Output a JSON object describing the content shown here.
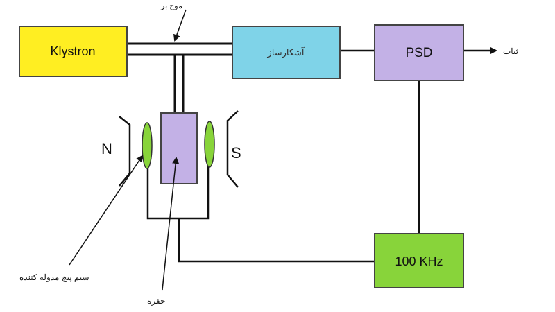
{
  "blocks": {
    "klystron": {
      "label": "Klystron",
      "fill": "#ffee22"
    },
    "detector": {
      "label": "آشکارساز",
      "fill": "#7fd3e8"
    },
    "psd": {
      "label": "PSD",
      "fill": "#c3b1e6"
    },
    "cavity": {
      "label": "",
      "fill": "#c3b1e6"
    },
    "oscillator": {
      "label": "100 KHz",
      "fill": "#88d43a"
    }
  },
  "magnet": {
    "north_label": "N",
    "south_label": "S",
    "coil_fill": "#88d43a"
  },
  "labels": {
    "waveguide": "موج بر",
    "output": "ثبات",
    "modulation_coil": "سیم پیچ مدوله کننده",
    "cavity": "حفره"
  },
  "colors": {
    "line": "#111111",
    "border": "#444444"
  }
}
